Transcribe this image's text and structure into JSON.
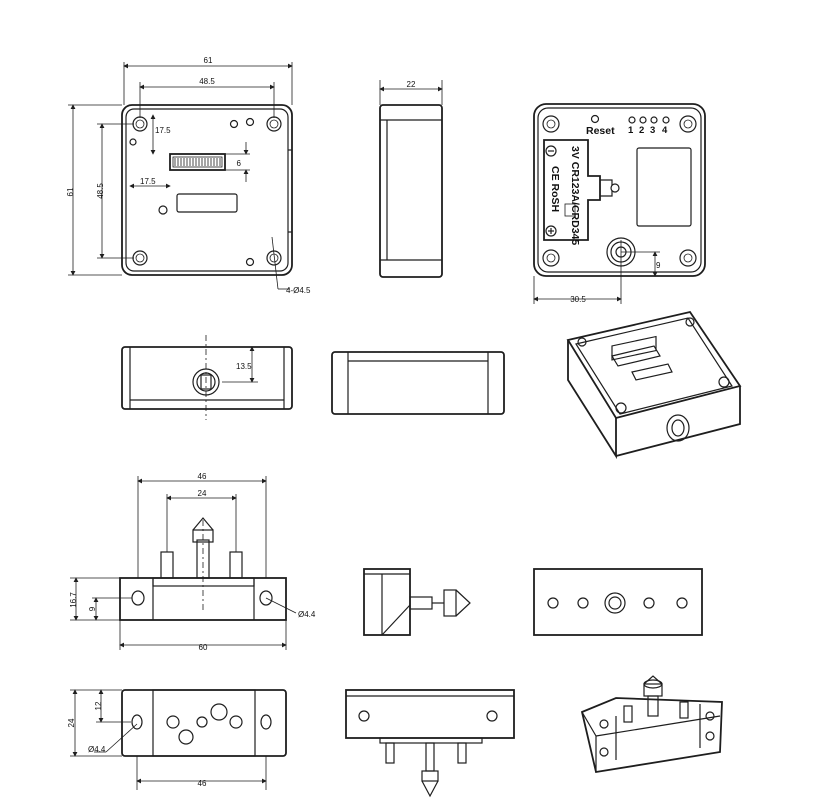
{
  "dimensions": {
    "front_width": "61",
    "front_inner_width": "48.5",
    "front_height": "61",
    "front_inner_height": "48.5",
    "connector_top": "17.5",
    "connector_left": "17.5",
    "connector_height": "6",
    "hole_callout": "4-Ø4.5",
    "side_depth": "22",
    "back_offset_x": "30.5",
    "back_offset_y": "9",
    "bottom_hole_height": "13.5",
    "bolt_top_width": "46",
    "bolt_pin_spacing": "24",
    "bolt_height": "16.7",
    "bolt_hole_height": "9",
    "bolt_base_width": "60",
    "bolt_hole_diameter": "Ø4.4",
    "base_height": "24",
    "base_hole_height": "12",
    "base_hole_diameter": "Ø4.4",
    "base_width": "46"
  },
  "labels": {
    "reset": "Reset",
    "led_numbers": [
      "1",
      "2",
      "3",
      "4"
    ],
    "battery": "3V CR123A/CRD345",
    "certification": "CE RoSH"
  }
}
